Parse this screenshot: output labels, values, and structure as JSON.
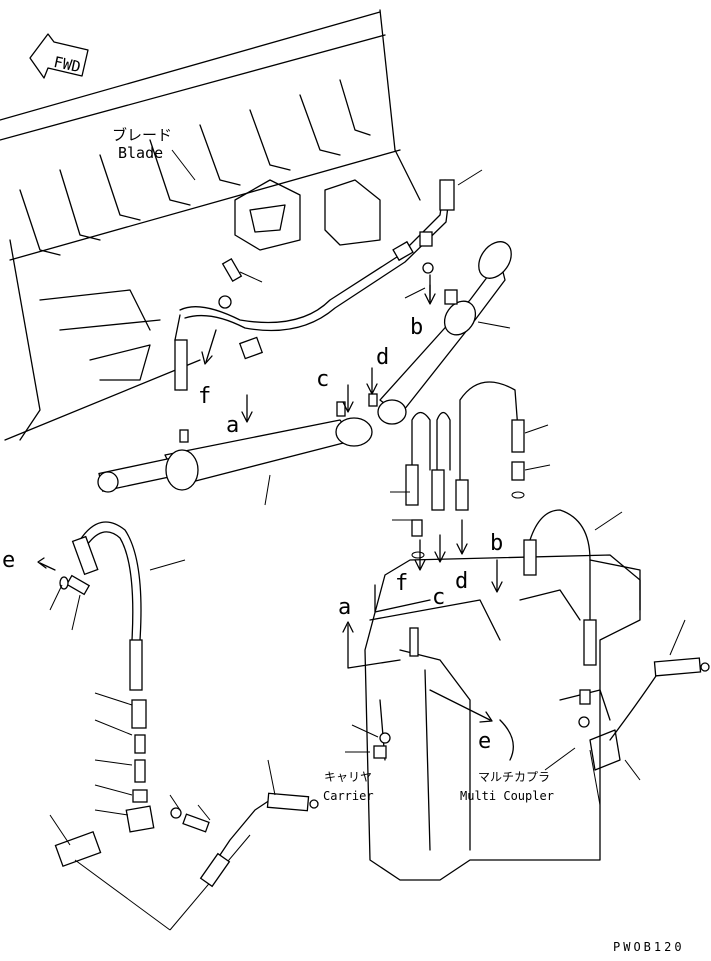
{
  "fwd_badge": "FWD",
  "labels": {
    "blade_jp": "ブレード",
    "blade_en": "Blade",
    "carrier_jp": "キャリヤ",
    "carrier_en": "Carrier",
    "multi_coupler_jp": "マルチカプラ",
    "multi_coupler_en": "Multi Coupler"
  },
  "callouts": {
    "a": "a",
    "b": "b",
    "c": "c",
    "d": "d",
    "e": "e",
    "f": "f"
  },
  "drawing_code": "PWOB120"
}
